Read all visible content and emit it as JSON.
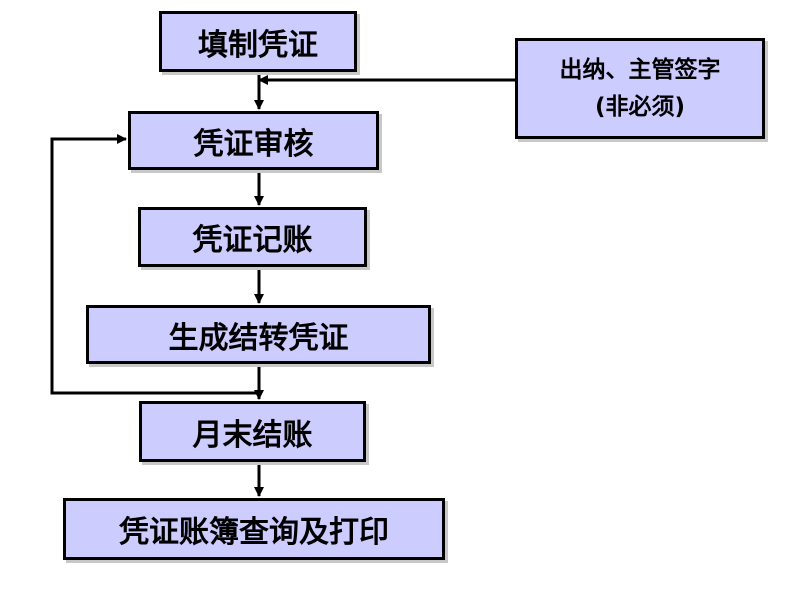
{
  "diagram": {
    "steps": {
      "fill_voucher": "填制凭证",
      "review_voucher": "凭证审核",
      "post_voucher": "凭证记账",
      "generate_transfer": "生成结转凭证",
      "month_end_close": "月末结账",
      "query_print": "凭证账簿查询及打印"
    },
    "side_note": {
      "line1": "出纳、主管签字",
      "line2": "(非必须)"
    }
  },
  "colors": {
    "box_fill": "#ccccff",
    "box_border": "#000000",
    "arrow": "#000000"
  }
}
